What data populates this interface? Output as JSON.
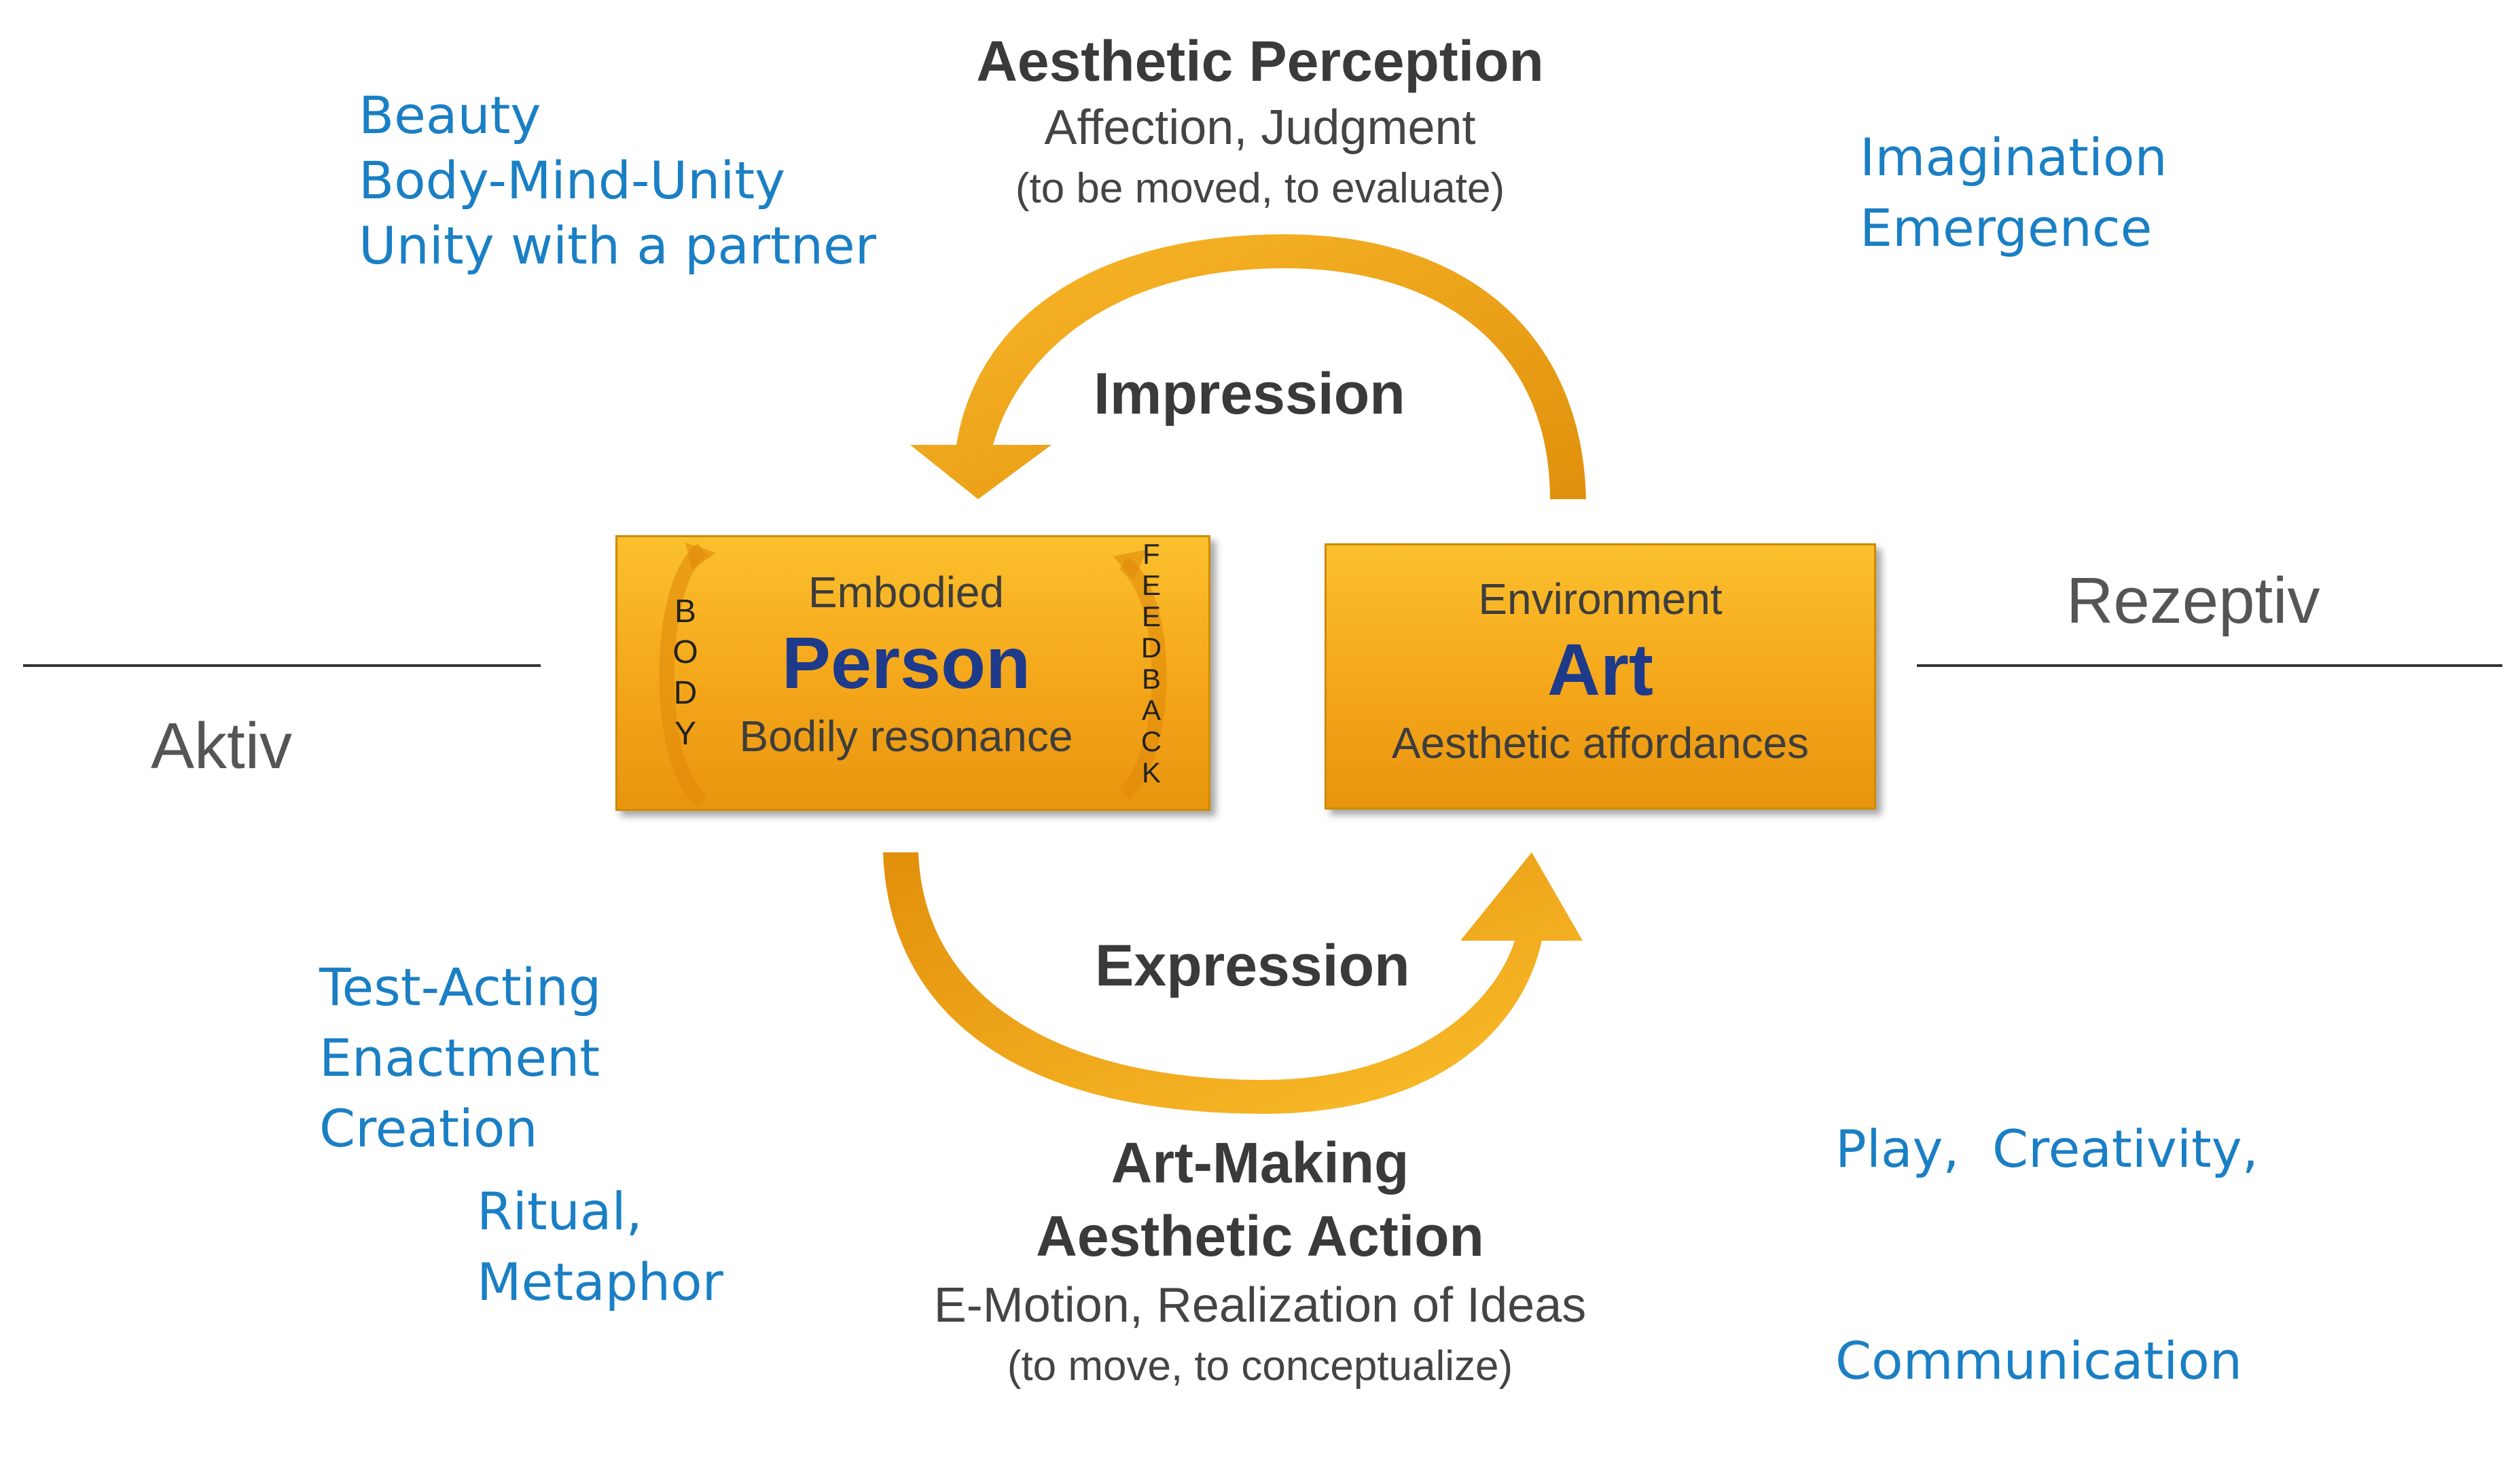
{
  "top": {
    "title": "Aesthetic Perception",
    "line1": "Affection, Judgment",
    "line2": "(to be moved, to evaluate)"
  },
  "bottom": {
    "title1": "Art-Making",
    "title2": "Aesthetic Action",
    "line1": "E-Motion, Realization of Ideas",
    "line2": "(to move, to conceptualize)"
  },
  "cycle": {
    "impression": "Impression",
    "expression": "Expression"
  },
  "person_box": {
    "small": "Embodied",
    "big": "Person",
    "sub": "Bodily resonance",
    "left_vertical": [
      "B",
      "O",
      "D",
      "Y"
    ],
    "right_vertical": [
      "F",
      "E",
      "E",
      "D",
      "B",
      "A",
      "C",
      "K"
    ]
  },
  "art_box": {
    "small": "Environment",
    "big": "Art",
    "sub": "Aesthetic affordances"
  },
  "axis": {
    "left": "Aktiv",
    "right": "Rezeptiv"
  },
  "blue_top_left": [
    "Beauty",
    "Body-Mind-Unity",
    "Unity with a partner"
  ],
  "blue_top_right": [
    "Imagination",
    "Emergence"
  ],
  "blue_bottom_left": [
    "Test-Acting",
    "Enactment",
    "Creation"
  ],
  "blue_bottom_left2": [
    "Ritual,",
    "Metaphor"
  ],
  "blue_bottom_right": [
    "Play,  Creativity,",
    "Communication"
  ],
  "colors": {
    "accent_blue": "#1a7fc4",
    "box_orange": "#f4a61a",
    "arrow_orange": "#f3a21a",
    "title_navy": "#1e3a8a"
  }
}
